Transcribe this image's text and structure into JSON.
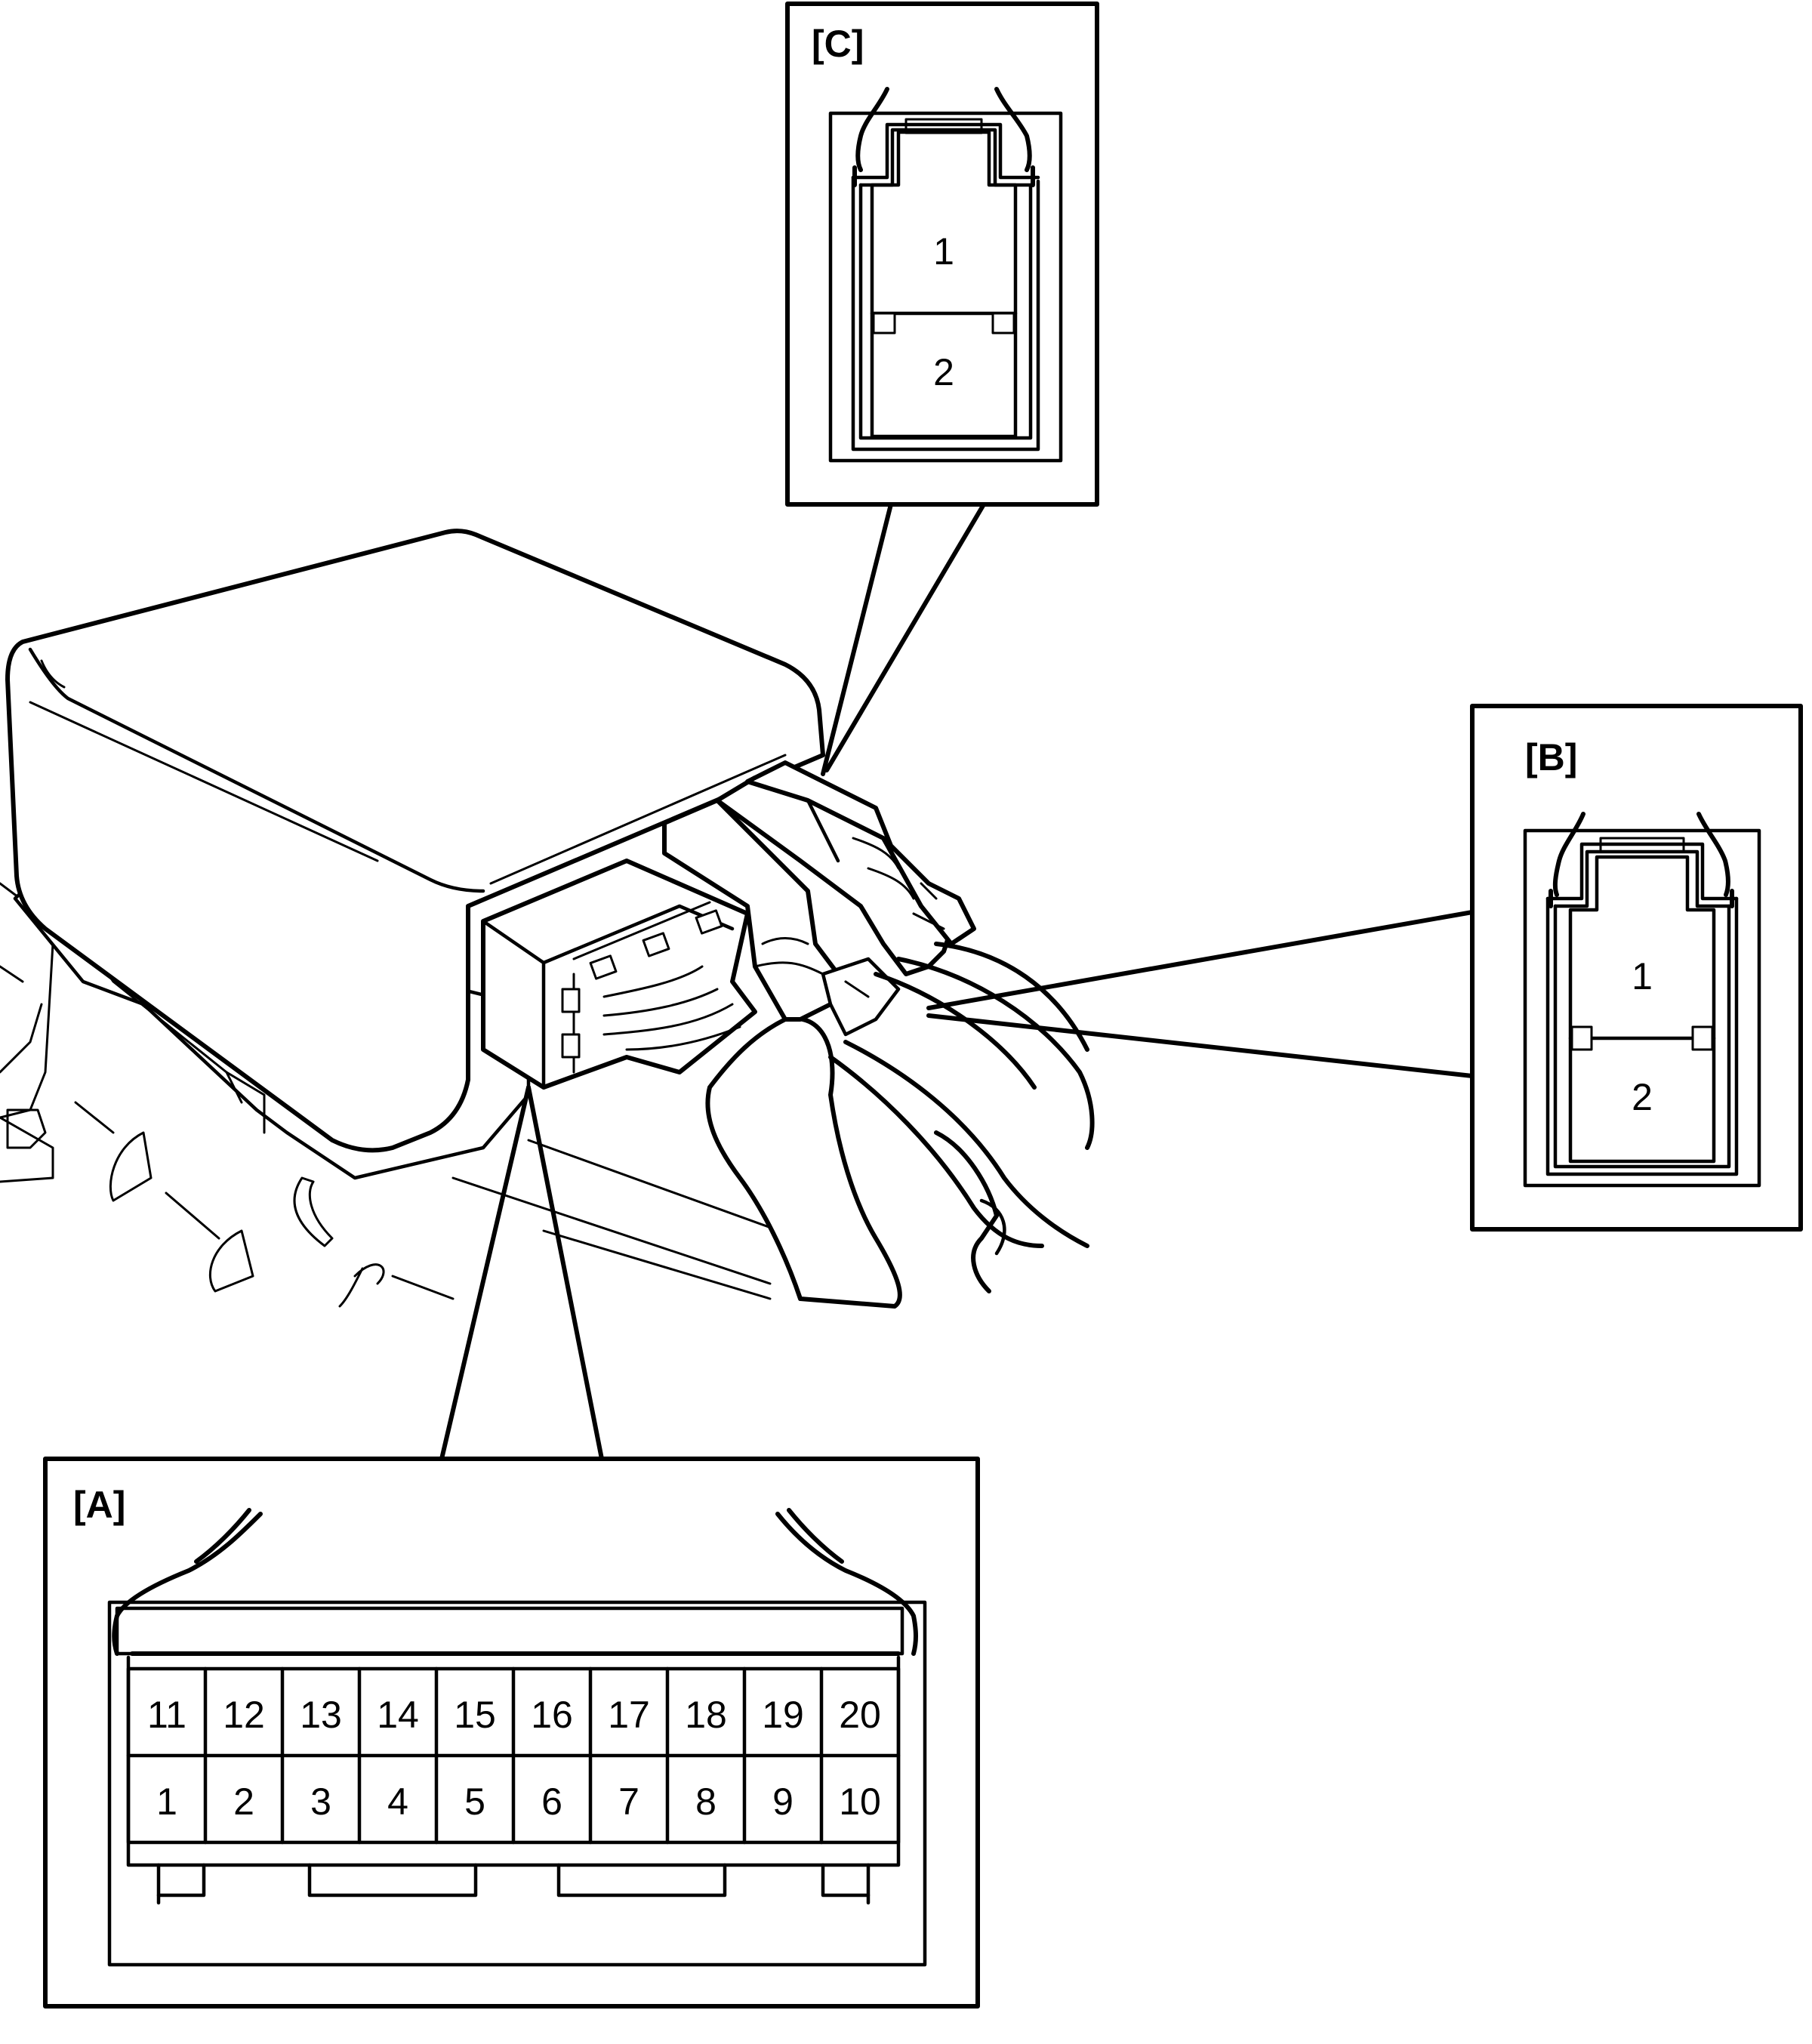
{
  "insets": {
    "A": {
      "label": "[A]",
      "pins_top": [
        "11",
        "12",
        "13",
        "14",
        "15",
        "16",
        "17",
        "18",
        "19",
        "20"
      ],
      "pins_bottom": [
        "1",
        "2",
        "3",
        "4",
        "5",
        "6",
        "7",
        "8",
        "9",
        "10"
      ]
    },
    "B": {
      "label": "[B]",
      "pins": [
        "1",
        "2"
      ]
    },
    "C": {
      "label": "[C]",
      "pins": [
        "1",
        "2"
      ]
    }
  }
}
